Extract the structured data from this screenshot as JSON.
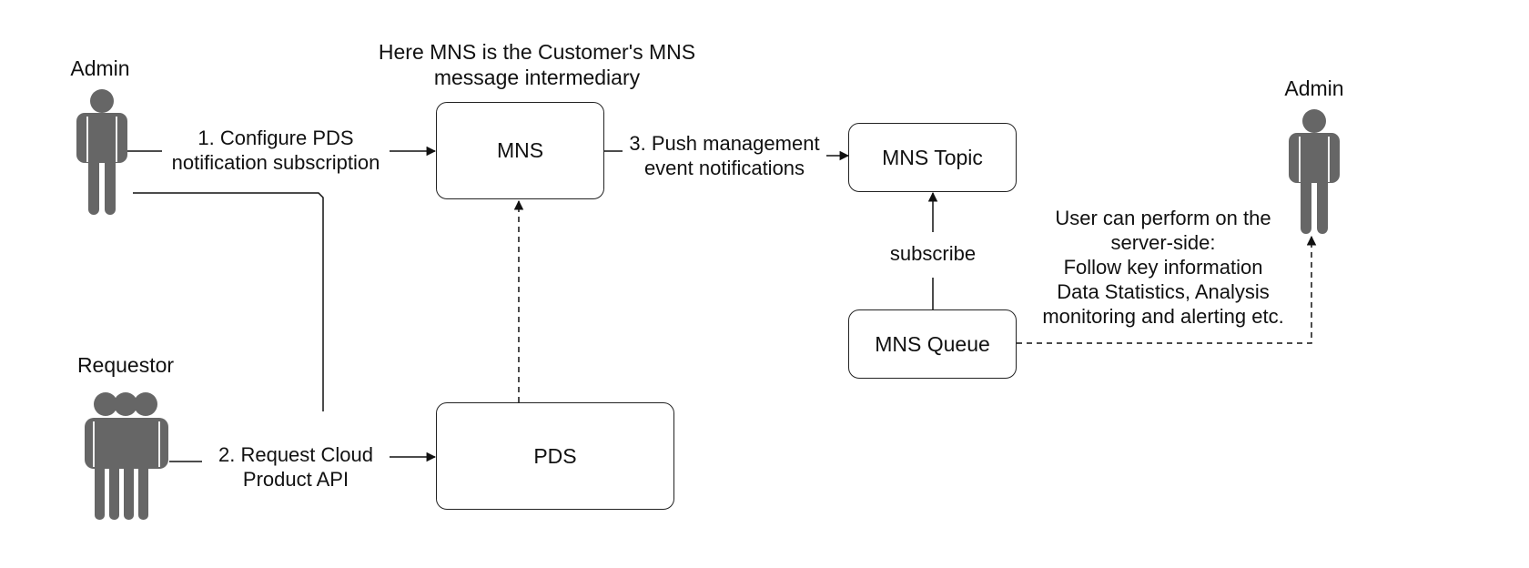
{
  "note": {
    "line1": "Here MNS is the Customer's MNS",
    "line2": "message intermediary"
  },
  "actors": {
    "admin_left": "Admin",
    "requestor": "Requestor",
    "admin_right": "Admin"
  },
  "boxes": {
    "mns": "MNS",
    "pds": "PDS",
    "mns_topic": "MNS Topic",
    "mns_queue": "MNS Queue"
  },
  "edges": {
    "configure": {
      "line1": "1. Configure PDS",
      "line2": "notification subscription"
    },
    "request": {
      "line1": "2. Request Cloud",
      "line2": "Product API"
    },
    "push": {
      "line1": "3. Push management",
      "line2": "event notifications"
    },
    "subscribe": "subscribe"
  },
  "server_side": {
    "line1": "User can perform on the",
    "line2": "server-side:",
    "line3": "Follow key information",
    "line4": "Data Statistics, Analysis",
    "line5": "monitoring and alerting etc."
  },
  "colors": {
    "actor": "#666666",
    "line": "#111111"
  }
}
